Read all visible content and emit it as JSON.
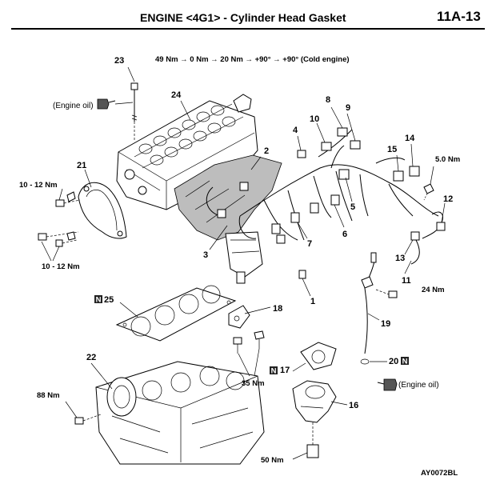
{
  "header": {
    "title": "ENGINE <4G1> - Cylinder Head Gasket",
    "page_number": "11A-13"
  },
  "callouts": {
    "c1": "1",
    "c2": "2",
    "c3": "3",
    "c4": "4",
    "c5": "5",
    "c6": "6",
    "c7": "7",
    "c8": "8",
    "c9": "9",
    "c10": "10",
    "c11": "11",
    "c12": "12",
    "c13": "13",
    "c14": "14",
    "c15": "15",
    "c16": "16",
    "c17": "17",
    "c18": "18",
    "c19": "19",
    "c20": "20",
    "c21": "21",
    "c22": "22",
    "c23": "23",
    "c24": "24",
    "c25": "25"
  },
  "torque": {
    "bolt23_sequence": "49 Nm → 0 Nm → 20 Nm → +90° → +90° (Cold engine)",
    "t_5nm": "5.0 Nm",
    "t_24nm": "24 Nm",
    "t_10_12_upper": "10 - 12 Nm",
    "t_10_12_lower": "10 - 12 Nm",
    "t_88nm": "88 Nm",
    "t_35nm": "35 Nm",
    "t_50nm": "50 Nm"
  },
  "notes": {
    "engine_oil_left": "(Engine oil)",
    "engine_oil_right": "(Engine oil)",
    "new_part_mark": "N"
  },
  "figure_code": "AY0072BL"
}
